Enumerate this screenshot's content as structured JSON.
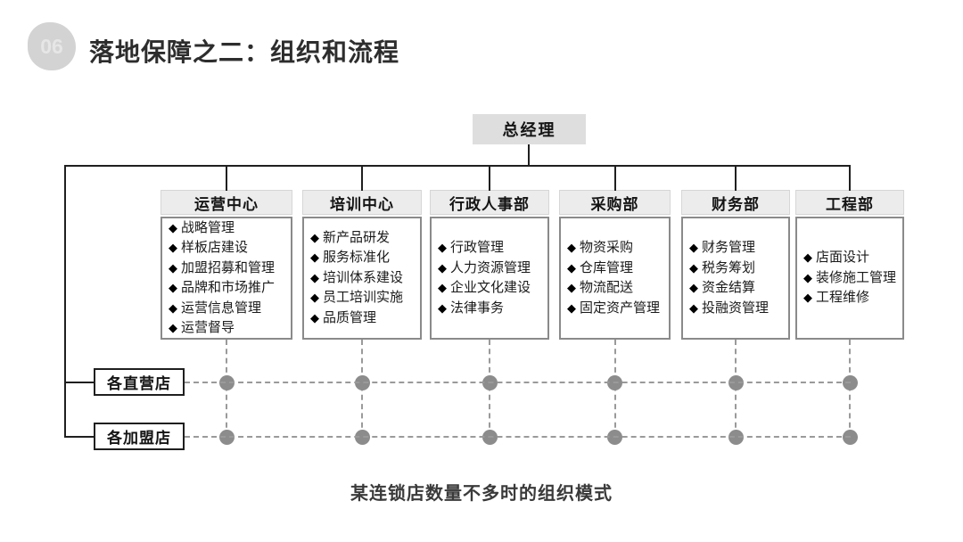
{
  "header": {
    "badge": "06",
    "title": "落地保障之二：组织和流程"
  },
  "chart": {
    "root": "总经理",
    "bullet": "◆",
    "departments": [
      {
        "name": "运营中心",
        "items": [
          "战略管理",
          "样板店建设",
          "加盟招募和管理",
          "品牌和市场推广",
          "运营信息管理",
          "运营督导"
        ]
      },
      {
        "name": "培训中心",
        "items": [
          "新产品研发",
          "服务标准化",
          "培训体系建设",
          "员工培训实施",
          "品质管理"
        ]
      },
      {
        "name": "行政人事部",
        "items": [
          "行政管理",
          "人力资源管理",
          "企业文化建设",
          "法律事务"
        ]
      },
      {
        "name": "采购部",
        "items": [
          "物资采购",
          "仓库管理",
          "物流配送",
          "固定资产管理"
        ]
      },
      {
        "name": "财务部",
        "items": [
          "财务管理",
          "税务筹划",
          "资金结算",
          "投融资管理"
        ]
      },
      {
        "name": "工程部",
        "items": [
          "店面设计",
          "装修施工管理",
          "工程维修"
        ]
      }
    ],
    "stores": [
      {
        "label": "各直营店"
      },
      {
        "label": "各加盟店"
      }
    ]
  },
  "caption": "某连锁店数量不多时的组织模式",
  "colors": {
    "solid_line": "#1f1f1f",
    "dashed_line": "#9a9a9a",
    "dot": "#8c8c8c",
    "gm_box_bg": "#dedede",
    "dept_header_bg": "#ececec",
    "list_border": "#8a8a8a",
    "badge_bg": "#d3d3d3",
    "title_text": "#2d2d2d"
  }
}
